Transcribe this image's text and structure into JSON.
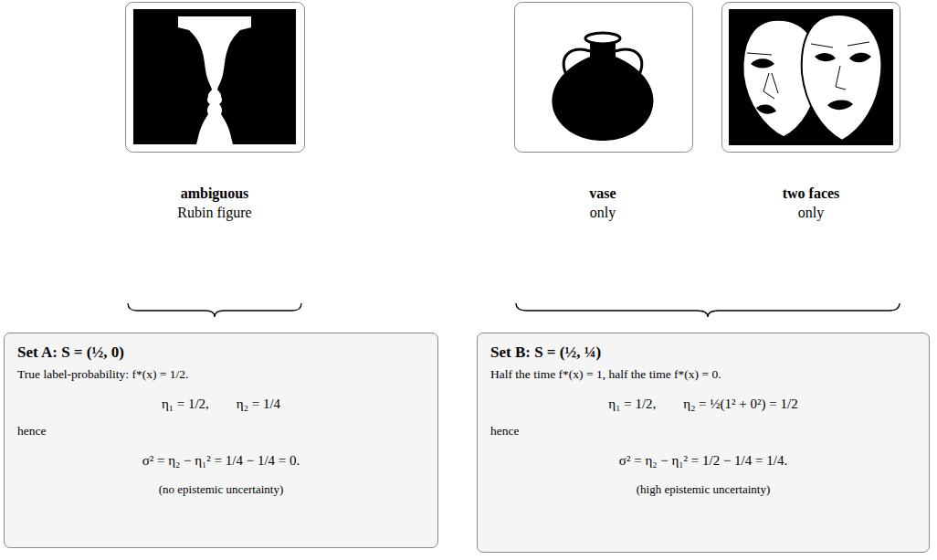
{
  "diagram": {
    "nodes": [
      {
        "text": [
          "Set A: S = (½, 0)",
          "True label-probability: f*(x) = 1/2.",
          "η₁ = 1/2,        η₂ = 1/4",
          "hence",
          "σ² = η₂ − η₁² = 1/4 − 1/4 = 0.",
          "(no epistemic uncertainty)"
        ]
      },
      {
        "text": [
          "Set B: S = (½, ¼)",
          "Half the time f*(x) = 1, half the time f*(x) = 0.",
          "η₁ = 1/2,        η₂ = ½(1² + 0²) = 1/2",
          "hence",
          "σ² = η₂ − η₁² = 1/2 − 1/4 = 1/4.",
          "(high epistemic uncertainty)"
        ]
      }
    ],
    "labels": [
      "ambiguous",
      "Rubin figure",
      "vase",
      "only",
      "two faces",
      "only"
    ]
  }
}
